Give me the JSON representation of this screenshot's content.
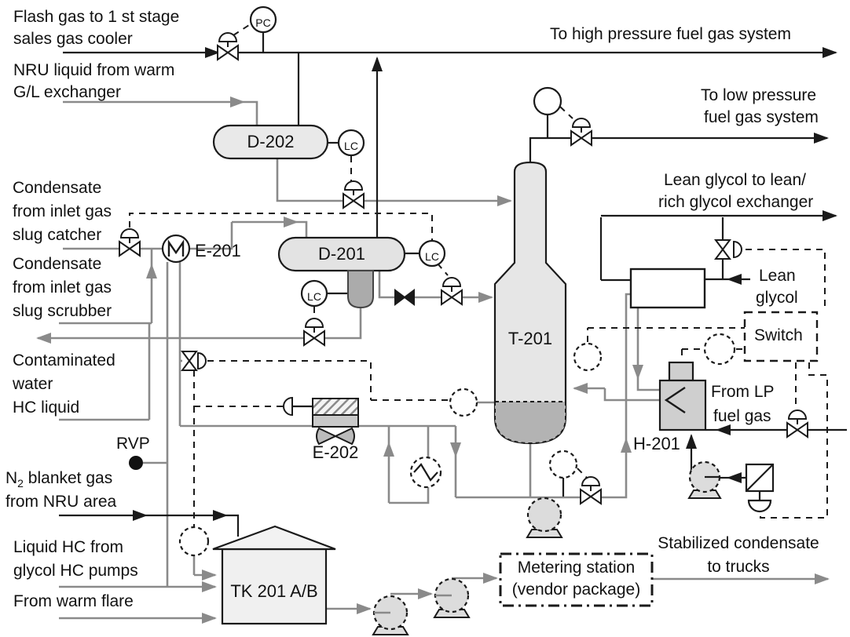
{
  "diagram": {
    "title_hint": "Condensate stabilization process flow diagram",
    "colors": {
      "line_black": "#1a1a1a",
      "line_gray": "#8a8a8a",
      "vessel_fill": "#e9e9e9",
      "vessel_dark_fill": "#b3b3b3",
      "pump_fill": "#dcdcdc",
      "heater_fill": "#cfcfcf",
      "background": "#ffffff"
    },
    "labels": {
      "flash_gas_l1": "Flash gas to 1 st stage",
      "flash_gas_l2": "sales gas cooler",
      "nru_l1": "NRU liquid from warm",
      "nru_l2": "G/L exchanger",
      "hp_fuel": "To high pressure fuel gas system",
      "lp_fuel_l1": "To low pressure",
      "lp_fuel_l2": "fuel gas system",
      "lean_out_l1": "Lean glycol to lean/",
      "lean_out_l2": "rich glycol exchanger",
      "lean_in_l1": "Lean",
      "lean_in_l2": "glycol",
      "switch": "Switch",
      "lp_gas_l1": "From LP",
      "lp_gas_l2": "fuel gas",
      "cond_catcher_l1": "Condensate",
      "cond_catcher_l2": "from inlet gas",
      "cond_catcher_l3": "slug catcher",
      "cond_scrubber_l1": "Condensate",
      "cond_scrubber_l2": "from inlet gas",
      "cond_scrubber_l3": "slug scrubber",
      "contaminated_l1": "Contaminated",
      "contaminated_l2": "water",
      "contaminated_l3": "HC liquid",
      "rvp": "RVP",
      "n2_pre": "N",
      "n2_sub": "2",
      "n2_post": " blanket gas",
      "n2_l2": "from NRU area",
      "liquid_hc_l1": "Liquid HC from",
      "liquid_hc_l2": "glycol HC pumps",
      "warm_flare": "From warm flare",
      "stabilized_l1": "Stabilized condensate",
      "stabilized_l2": "to trucks"
    },
    "equipment": {
      "d202": "D-202",
      "d201": "D-201",
      "t201": "T-201",
      "e201": "E-201",
      "e202": "E-202",
      "h201": "H-201",
      "tk201": "TK 201 A/B",
      "metering_l1": "Metering station",
      "metering_l2": "(vendor package)"
    },
    "instruments": {
      "pc_top": "PC",
      "lc_d202": "LC",
      "lc_d201": "LC",
      "lc_boot": "LC"
    }
  }
}
